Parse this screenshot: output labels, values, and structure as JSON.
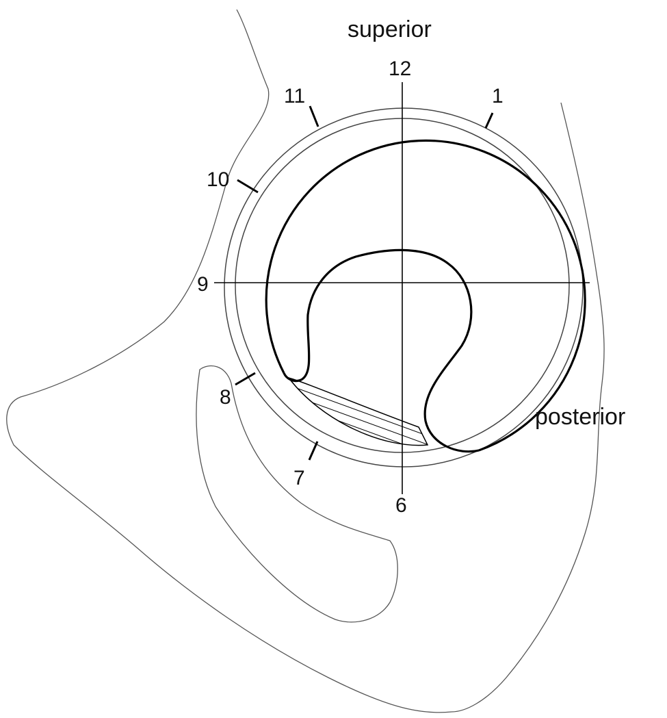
{
  "title": "Acetabular clock-face orientation",
  "directions": {
    "superior": "superior",
    "posterior": "posterior"
  },
  "clock_labels": {
    "h12": "12",
    "h1": "1",
    "h11": "11",
    "h10": "10",
    "h9": "9",
    "h8": "8",
    "h7": "7",
    "h6": "6"
  }
}
